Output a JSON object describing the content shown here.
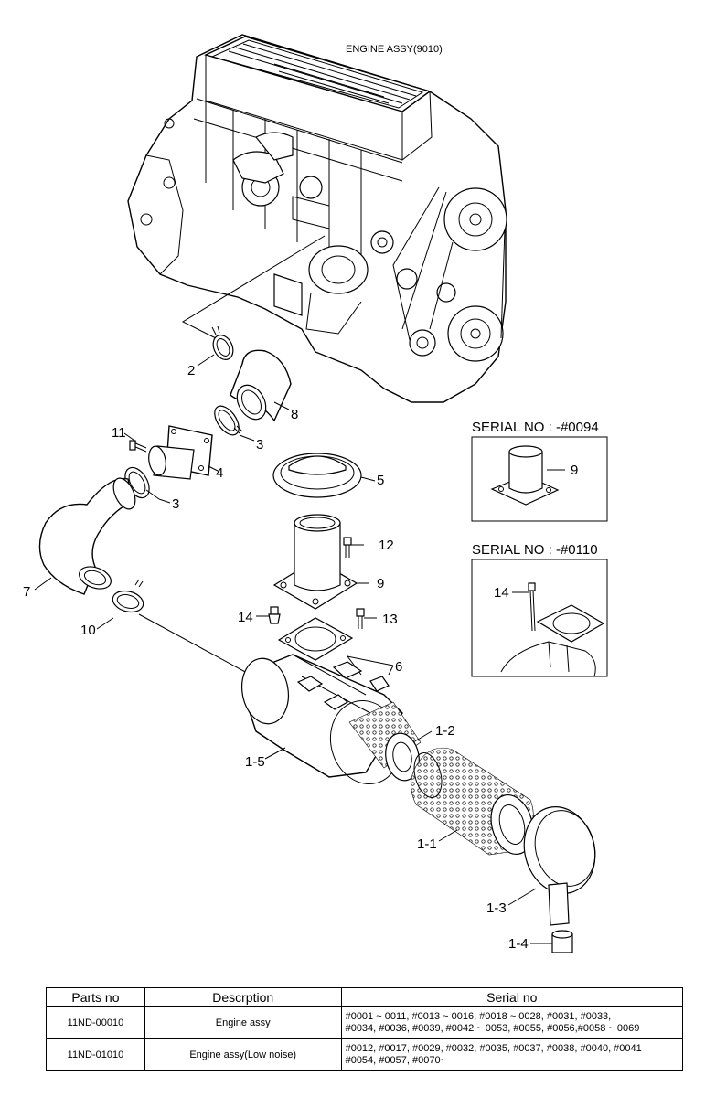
{
  "title": "ENGINE ASSY(9010)",
  "callouts": {
    "c2": "2",
    "c8": "8",
    "c3a": "3",
    "c11": "11",
    "c4": "4",
    "c3b": "3",
    "c5": "5",
    "c12": "12",
    "c9": "9",
    "c7": "7",
    "c10": "10",
    "c14": "14",
    "c13": "13",
    "c6": "6",
    "c12b": "1-2",
    "c15": "1-5",
    "c11b": "1-1",
    "c13b": "1-3",
    "c14b": "1-4"
  },
  "serial_boxes": [
    {
      "title": "SERIAL NO : -#0094",
      "part_label": "9"
    },
    {
      "title": "SERIAL NO : -#0110",
      "part_label": "14"
    }
  ],
  "table": {
    "headers": [
      "Parts no",
      "Descrption",
      "Serial no"
    ],
    "rows": [
      {
        "parts_no": "11ND-00010",
        "description": "Engine assy",
        "serial_line1": "#0001 ~ 0011, #0013 ~ 0016, #0018 ~ 0028, #0031, #0033,",
        "serial_line2": "#0034, #0036, #0039, #0042 ~ 0053, #0055, #0056,#0058 ~ 0069"
      },
      {
        "parts_no": "11ND-01010",
        "description": "Engine assy(Low noise)",
        "serial_line1": "#0012, #0017, #0029, #0032, #0035, #0037, #0038, #0040, #0041",
        "serial_line2": "#0054, #0057, #0070~"
      }
    ]
  }
}
